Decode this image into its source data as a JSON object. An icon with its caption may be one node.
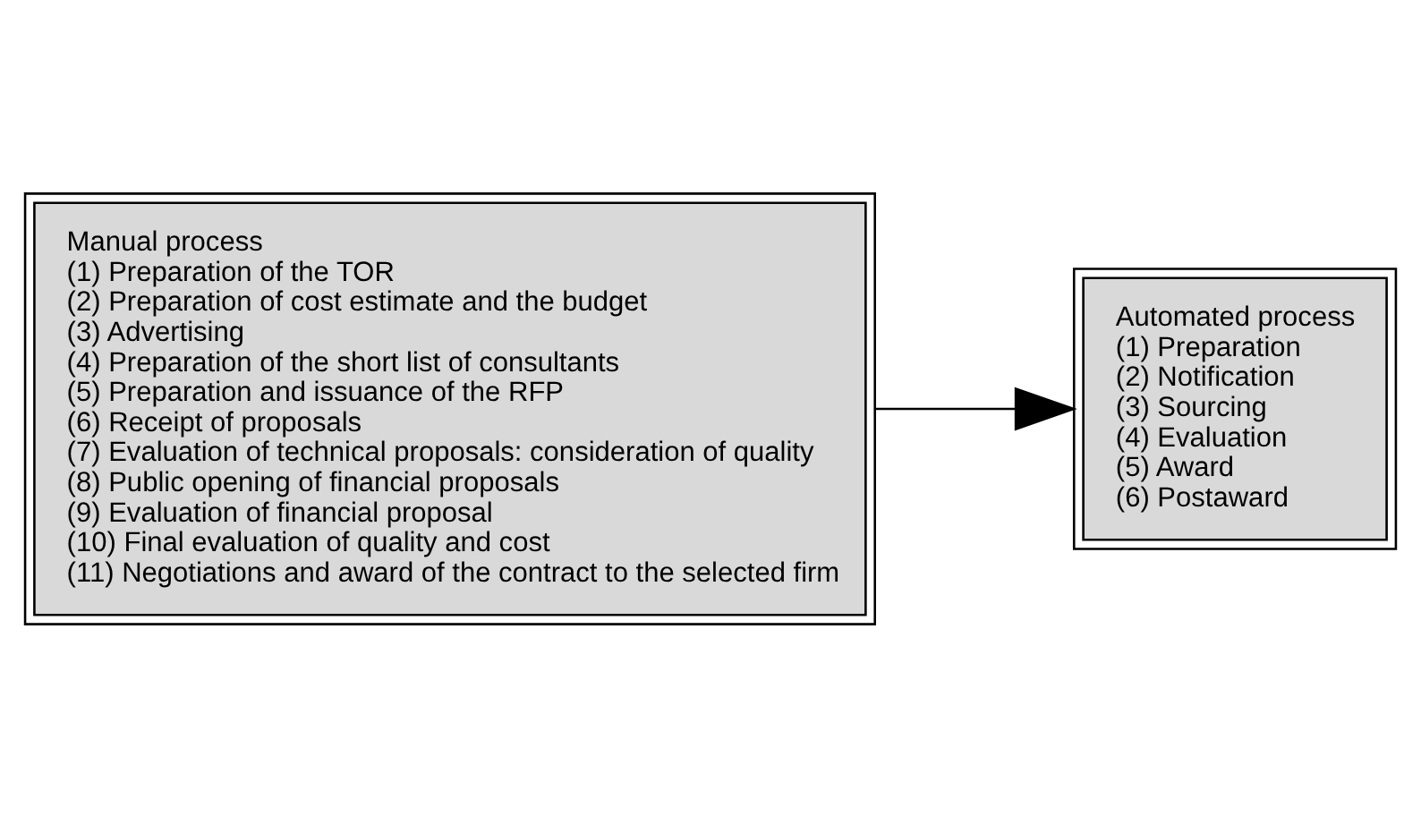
{
  "diagram": {
    "nodes": [
      {
        "text": [
          "Manual process",
          "(1) Preparation of the TOR",
          "(2) Preparation of cost estimate and the budget",
          "(3) Advertising",
          "(4) Preparation of the short list of consultants",
          "(5) Preparation and issuance of the RFP",
          "(6) Receipt of proposals",
          "(7) Evaluation of technical proposals: consideration of quality",
          "(8) Public opening of financial proposals",
          "(9) Evaluation of financial proposal",
          "(10) Final evaluation of quality and cost",
          "(11) Negotiations and award of the contract to the selected firm"
        ]
      },
      {
        "text": [
          "Automated process",
          "(1) Preparation",
          "(2) Notification",
          "(3) Sourcing",
          "(4) Evaluation",
          "(5) Award",
          "(6) Postaward"
        ]
      }
    ],
    "edges": [
      {
        "from": 0,
        "to": 1,
        "arrow": "to"
      }
    ]
  }
}
